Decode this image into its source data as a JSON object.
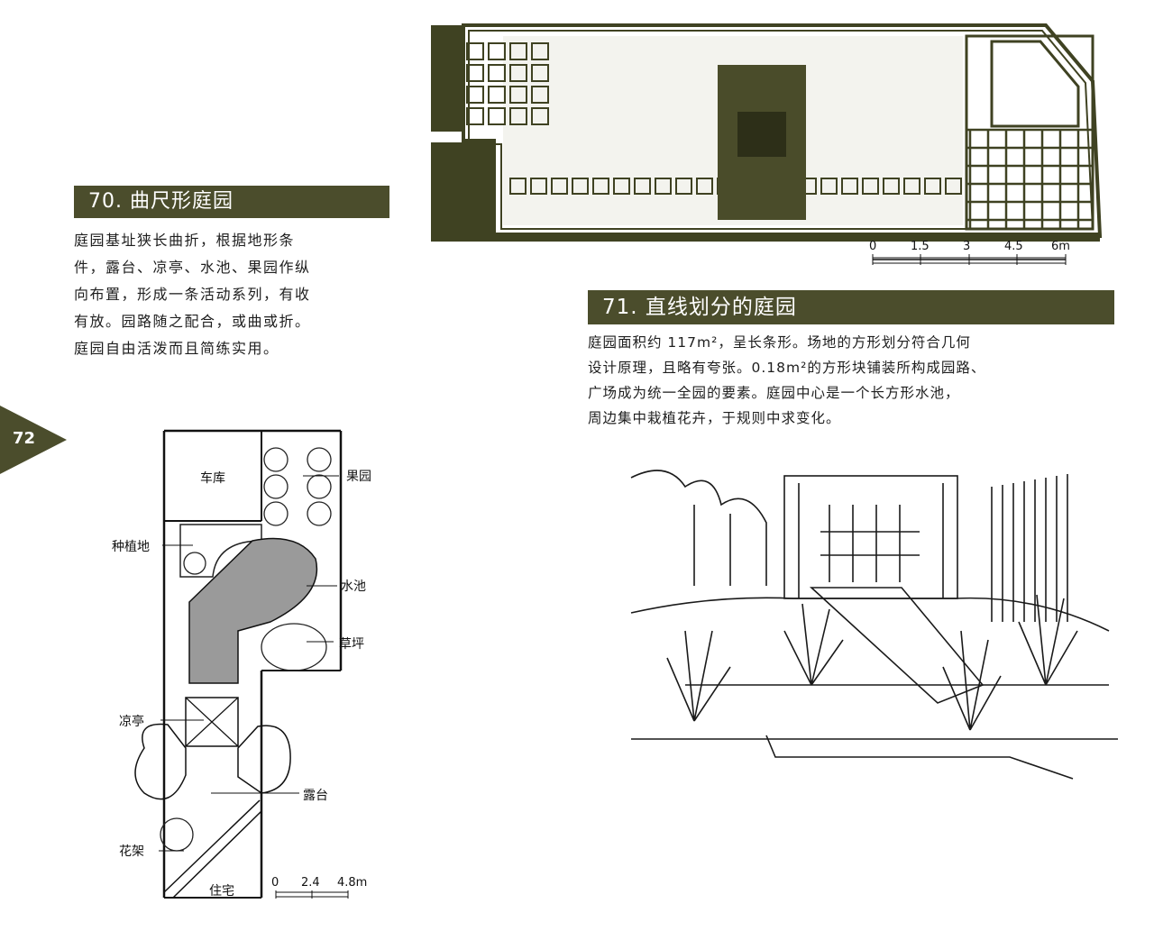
{
  "page_number": "72",
  "section70": {
    "title": "70. 曲尺形庭园",
    "lines": [
      "庭园基址狭长曲折，根据地形条",
      "件，露台、凉亭、水池、果园作纵",
      "向布置，形成一条活动系列，有收",
      "有放。园路随之配合，或曲或折。",
      "庭园自由活泼而且简练实用。"
    ]
  },
  "section71": {
    "title": "71. 直线划分的庭园",
    "lines": [
      "庭园面积约 117m²，呈长条形。场地的方形划分符合几何",
      "设计原理，且略有夸张。0.18m²的方形块铺装所构成园路、",
      "广场成为统一全园的要素。庭园中心是一个长方形水池，",
      "周边集中栽植花卉，于规则中求变化。"
    ]
  },
  "plan70_labels": {
    "garage": "车库",
    "orchard": "果园",
    "planting": "种植地",
    "pond": "水池",
    "lawn": "草坪",
    "pavilion": "凉亭",
    "terrace": "露台",
    "trellis": "花架",
    "house": "住宅"
  },
  "scale70": {
    "t0": "0",
    "t1": "2.4",
    "t2": "4.8m"
  },
  "scale71": {
    "t0": "0",
    "t1": "1.5",
    "t2": "3",
    "t3": "4.5",
    "t4": "6m"
  },
  "colors": {
    "header_bg": "#4b4d2c",
    "drawing": "#3f4222",
    "pond_fill": "#9a9a9a"
  }
}
